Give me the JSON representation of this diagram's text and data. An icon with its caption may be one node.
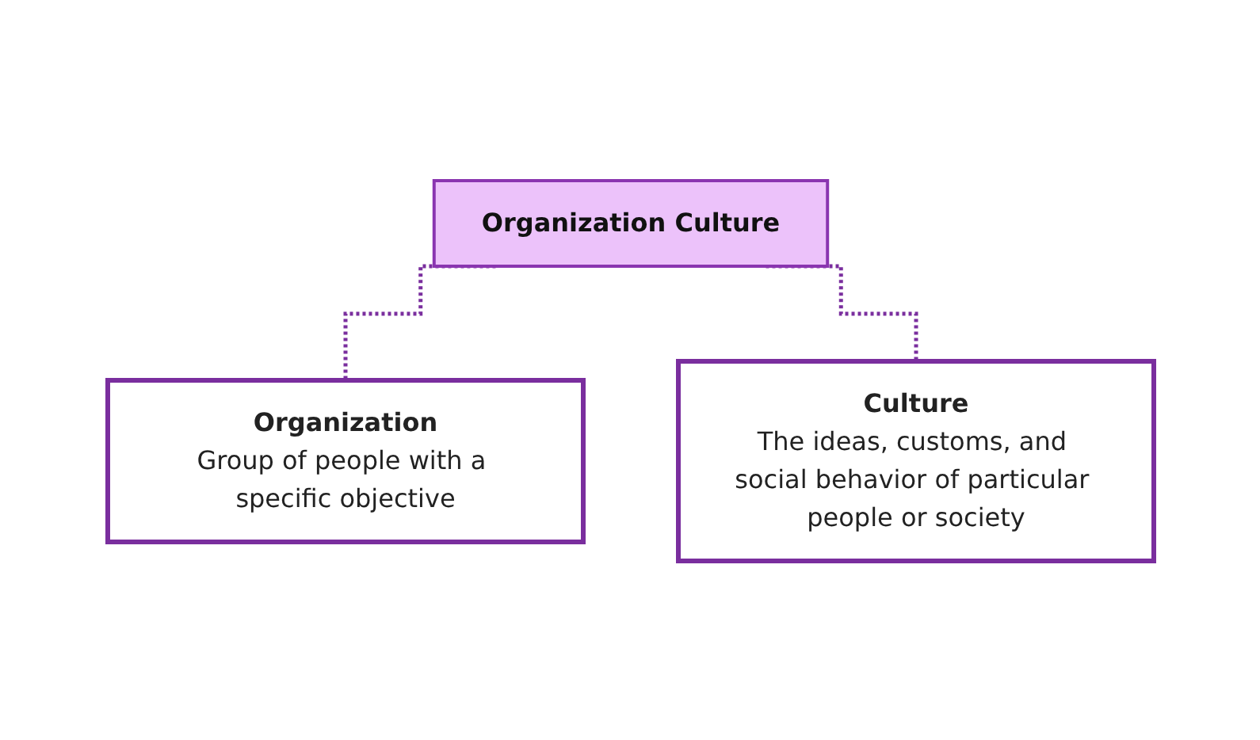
{
  "diagram": {
    "nodes": [
      {
        "text": [
          "Organization Culture"
        ]
      },
      {
        "text": [
          "Organization",
          "Group of people with a specific objective"
        ]
      },
      {
        "text": [
          "Culture",
          "The ideas, customs, and social behavior of particular people or society"
        ]
      }
    ],
    "edges": [
      {
        "from": 0,
        "to": 1,
        "arrow": "none",
        "style": "dashed"
      },
      {
        "from": 0,
        "to": 2,
        "arrow": "none",
        "style": "dashed"
      }
    ]
  }
}
